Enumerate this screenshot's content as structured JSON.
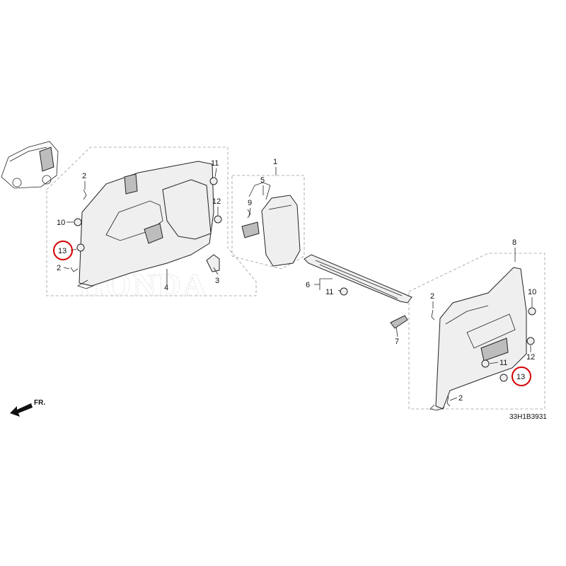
{
  "diagram": {
    "callouts": {
      "c1": "1",
      "c2a": "2",
      "c2b": "2",
      "c2c": "2",
      "c2d": "2",
      "c3": "3",
      "c4": "4",
      "c5": "5",
      "c6": "6",
      "c7": "7",
      "c8": "8",
      "c9": "9",
      "c10a": "10",
      "c10b": "10",
      "c11a": "11",
      "c11b": "11",
      "c11c": "11",
      "c12a": "12",
      "c12b": "12",
      "c13a": "13",
      "c13b": "13"
    },
    "direction_label": "FR.",
    "diagram_code": "33H1B3931",
    "watermark_text": "HONDA",
    "highlight_color": "#d40000"
  }
}
